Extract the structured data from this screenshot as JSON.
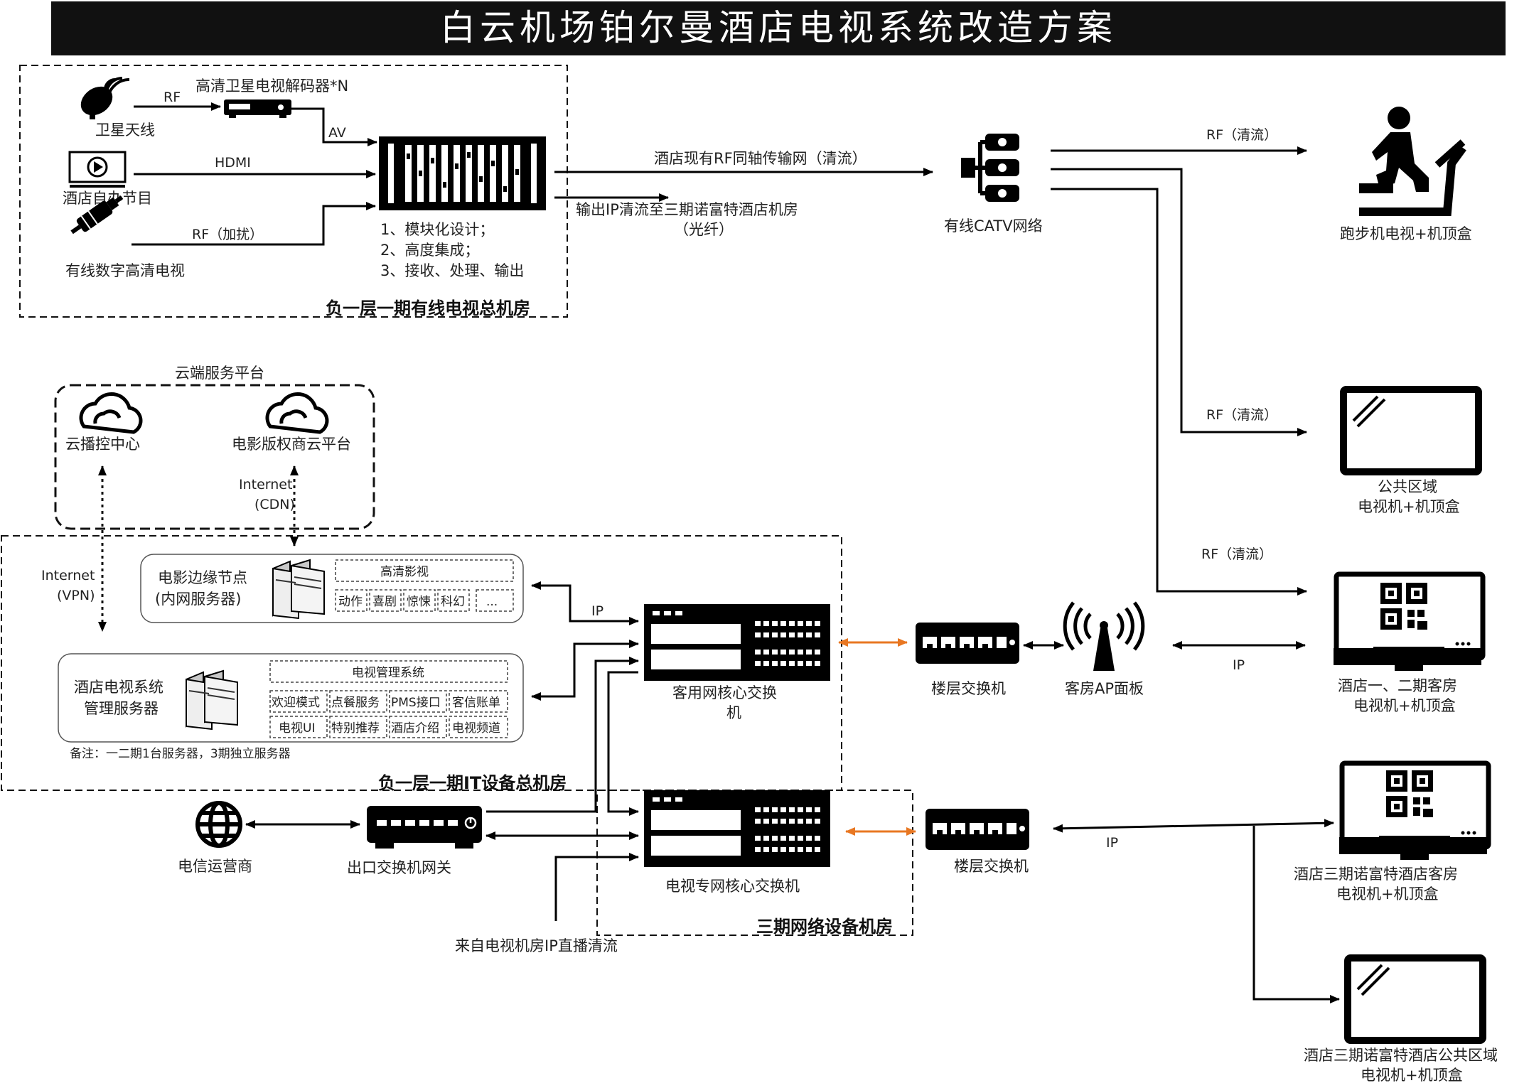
{
  "colors": {
    "title_bg": "#111111",
    "title_fg": "#ffffff",
    "accent_orange": "#E87722",
    "line": "#000000"
  },
  "header": {
    "title": "白云机场铂尔曼酒店电视系统改造方案"
  },
  "rooms": {
    "catv_room": "负一层一期有线电视总机房",
    "it_room": "负一层一期IT设备总机房",
    "phase3_room": "三期网络设备机房"
  },
  "sources": {
    "satellite": "卫星天线",
    "decoder": "高清卫星电视解码器*N",
    "hotel_program": "酒店自办节目",
    "cable_digital": "有线数字高清电视",
    "rf": "RF",
    "av": "AV",
    "hdmi": "HDMI",
    "rf_scrambled": "RF（加扰）"
  },
  "headend": {
    "features": [
      "1、模块化设计；",
      "2、高度集成；",
      "3、接收、处理、输出"
    ]
  },
  "links": {
    "rf_coax": "酒店现有RF同轴传输网（清流）",
    "ip_out_line1": "输出IP清流至三期诺富特酒店机房",
    "ip_out_line2": "（光纤）",
    "rf_clear": "RF（清流）",
    "ip": "IP",
    "internet": "Internet",
    "cdn": "(CDN)",
    "vpn": "(VPN)",
    "iptv_source": "来自电视机房IP直播清流"
  },
  "catv": {
    "label": "有线CATV网络"
  },
  "cloud": {
    "platform": "云端服务平台",
    "broadcast_center": "云播控中心",
    "movie_cloud": "电影版权商云平台"
  },
  "edge_node": {
    "name_line1": "电影边缘节点",
    "name_line2": "(内网服务器)",
    "category": "高清影视",
    "genres": [
      "动作",
      "喜剧",
      "惊悚",
      "科幻",
      "..."
    ]
  },
  "mgmt_server": {
    "name_line1": "酒店电视系统",
    "name_line2": "管理服务器",
    "system": "电视管理系统",
    "row1": [
      "欢迎模式",
      "点餐服务",
      "PMS接口",
      "客信账单"
    ],
    "row2": [
      "电视UI",
      "特别推荐",
      "酒店介绍",
      "电视频道"
    ],
    "note": "备注：一二期1台服务器，3期独立服务器"
  },
  "network": {
    "guest_core_line1": "客用网核心交换",
    "guest_core_line2": "机",
    "tv_core": "电视专网核心交换机",
    "floor_switch": "楼层交换机",
    "floor_switch2": "楼层交换机",
    "ap_panel": "客房AP面板",
    "telecom": "电信运营商",
    "egress": "出口交换机网关"
  },
  "endpoints": {
    "treadmill": "跑步机电视+机顶盒",
    "public_line1": "公共区域",
    "public_line2": "电视机+机顶盒",
    "room12_line1": "酒店一、二期客房",
    "room12_line2": "电视机+机顶盒",
    "room3_line1": "酒店三期诺富特酒店客房",
    "room3_line2": "电视机+机顶盒",
    "public3_line1": "酒店三期诺富特酒店公共区域",
    "public3_line2": "电视机+机顶盒"
  }
}
